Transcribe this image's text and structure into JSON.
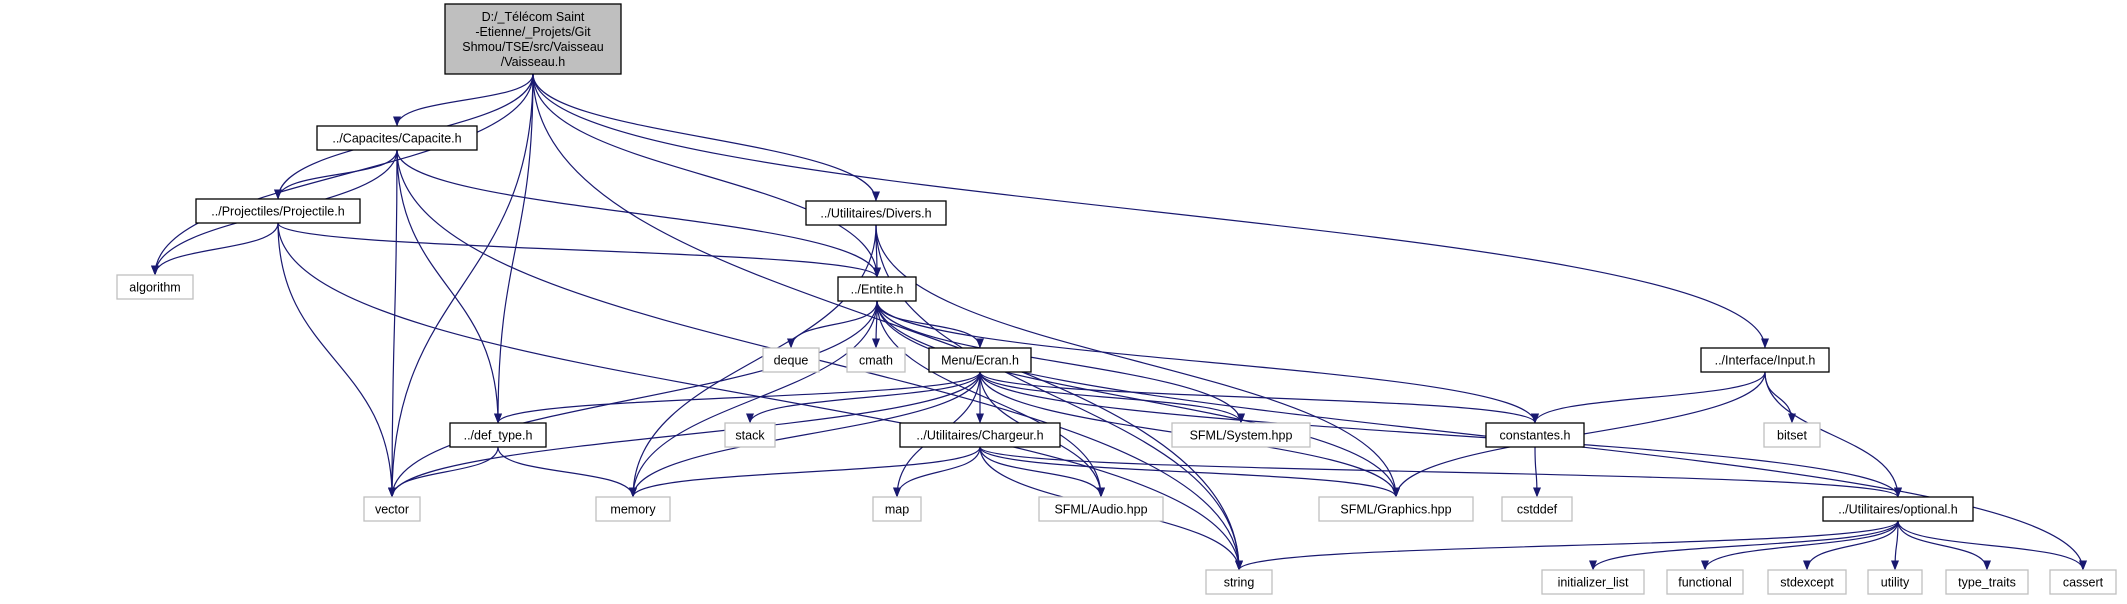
{
  "colors": {
    "edge": "#191970",
    "root_fill": "#bfbfbf",
    "node_fill": "#ffffff",
    "node_border": "#000000",
    "external_border": "#bfbfbf",
    "text": "#000000"
  },
  "nodes": [
    {
      "id": "root",
      "kind": "root",
      "lines": [
        "D:/_Télécom Saint",
        "-Etienne/_Projets/Git",
        "Shmou/TSE/src/Vaisseau",
        "/Vaisseau.h"
      ]
    },
    {
      "id": "capacite",
      "kind": "file",
      "lines": [
        "../Capacites/Capacite.h"
      ]
    },
    {
      "id": "projectile",
      "kind": "file",
      "lines": [
        "../Projectiles/Projectile.h"
      ]
    },
    {
      "id": "algorithm",
      "kind": "external",
      "lines": [
        "algorithm"
      ]
    },
    {
      "id": "divers",
      "kind": "file",
      "lines": [
        "../Utilitaires/Divers.h"
      ]
    },
    {
      "id": "entite",
      "kind": "file",
      "lines": [
        "../Entite.h"
      ]
    },
    {
      "id": "deque",
      "kind": "external",
      "lines": [
        "deque"
      ]
    },
    {
      "id": "cmath",
      "kind": "external",
      "lines": [
        "cmath"
      ]
    },
    {
      "id": "menu",
      "kind": "file",
      "lines": [
        "Menu/Ecran.h"
      ]
    },
    {
      "id": "input",
      "kind": "file",
      "lines": [
        "../Interface/Input.h"
      ]
    },
    {
      "id": "deftype",
      "kind": "file",
      "lines": [
        "../def_type.h"
      ]
    },
    {
      "id": "stack",
      "kind": "external",
      "lines": [
        "stack"
      ]
    },
    {
      "id": "chargeur",
      "kind": "file",
      "lines": [
        "../Utilitaires/Chargeur.h"
      ]
    },
    {
      "id": "system",
      "kind": "external",
      "lines": [
        "SFML/System.hpp"
      ]
    },
    {
      "id": "constantes",
      "kind": "file",
      "lines": [
        "constantes.h"
      ]
    },
    {
      "id": "bitset",
      "kind": "external",
      "lines": [
        "bitset"
      ]
    },
    {
      "id": "vector",
      "kind": "external",
      "lines": [
        "vector"
      ]
    },
    {
      "id": "memory",
      "kind": "external",
      "lines": [
        "memory"
      ]
    },
    {
      "id": "map",
      "kind": "external",
      "lines": [
        "map"
      ]
    },
    {
      "id": "audio",
      "kind": "external",
      "lines": [
        "SFML/Audio.hpp"
      ]
    },
    {
      "id": "graphics",
      "kind": "external",
      "lines": [
        "SFML/Graphics.hpp"
      ]
    },
    {
      "id": "cstddef",
      "kind": "external",
      "lines": [
        "cstddef"
      ]
    },
    {
      "id": "optional",
      "kind": "file",
      "lines": [
        "../Utilitaires/optional.h"
      ]
    },
    {
      "id": "string",
      "kind": "external",
      "lines": [
        "string"
      ]
    },
    {
      "id": "initializer_list",
      "kind": "external",
      "lines": [
        "initializer_list"
      ]
    },
    {
      "id": "functional",
      "kind": "external",
      "lines": [
        "functional"
      ]
    },
    {
      "id": "stdexcept",
      "kind": "external",
      "lines": [
        "stdexcept"
      ]
    },
    {
      "id": "utility",
      "kind": "external",
      "lines": [
        "utility"
      ]
    },
    {
      "id": "type_traits",
      "kind": "external",
      "lines": [
        "type_traits"
      ]
    },
    {
      "id": "cassert",
      "kind": "external",
      "lines": [
        "cassert"
      ]
    }
  ],
  "edges": [
    [
      "root",
      "capacite"
    ],
    [
      "root",
      "projectile"
    ],
    [
      "root",
      "algorithm"
    ],
    [
      "root",
      "deftype"
    ],
    [
      "root",
      "entite"
    ],
    [
      "root",
      "divers"
    ],
    [
      "root",
      "vector"
    ],
    [
      "root",
      "input"
    ],
    [
      "root",
      "string"
    ],
    [
      "capacite",
      "projectile"
    ],
    [
      "capacite",
      "algorithm"
    ],
    [
      "capacite",
      "entite"
    ],
    [
      "capacite",
      "deftype"
    ],
    [
      "capacite",
      "vector"
    ],
    [
      "capacite",
      "string"
    ],
    [
      "projectile",
      "algorithm"
    ],
    [
      "projectile",
      "entite"
    ],
    [
      "projectile",
      "vector"
    ],
    [
      "projectile",
      "string"
    ],
    [
      "divers",
      "entite"
    ],
    [
      "divers",
      "memory"
    ],
    [
      "divers",
      "graphics"
    ],
    [
      "divers",
      "string"
    ],
    [
      "entite",
      "deque"
    ],
    [
      "entite",
      "cmath"
    ],
    [
      "entite",
      "menu"
    ],
    [
      "entite",
      "vector"
    ],
    [
      "entite",
      "memory"
    ],
    [
      "entite",
      "system"
    ],
    [
      "entite",
      "constantes"
    ],
    [
      "entite",
      "graphics"
    ],
    [
      "entite",
      "audio"
    ],
    [
      "entite",
      "cassert"
    ],
    [
      "menu",
      "deftype"
    ],
    [
      "menu",
      "stack"
    ],
    [
      "menu",
      "chargeur"
    ],
    [
      "menu",
      "system"
    ],
    [
      "menu",
      "constantes"
    ],
    [
      "menu",
      "vector"
    ],
    [
      "menu",
      "memory"
    ],
    [
      "menu",
      "map"
    ],
    [
      "menu",
      "audio"
    ],
    [
      "menu",
      "graphics"
    ],
    [
      "menu",
      "optional"
    ],
    [
      "deftype",
      "vector"
    ],
    [
      "deftype",
      "memory"
    ],
    [
      "chargeur",
      "memory"
    ],
    [
      "chargeur",
      "map"
    ],
    [
      "chargeur",
      "audio"
    ],
    [
      "chargeur",
      "graphics"
    ],
    [
      "chargeur",
      "string"
    ],
    [
      "chargeur",
      "optional"
    ],
    [
      "constantes",
      "cstddef"
    ],
    [
      "input",
      "constantes"
    ],
    [
      "input",
      "bitset"
    ],
    [
      "input",
      "optional"
    ],
    [
      "input",
      "graphics"
    ],
    [
      "optional",
      "string"
    ],
    [
      "optional",
      "initializer_list"
    ],
    [
      "optional",
      "functional"
    ],
    [
      "optional",
      "stdexcept"
    ],
    [
      "optional",
      "utility"
    ],
    [
      "optional",
      "type_traits"
    ],
    [
      "optional",
      "cassert"
    ]
  ]
}
